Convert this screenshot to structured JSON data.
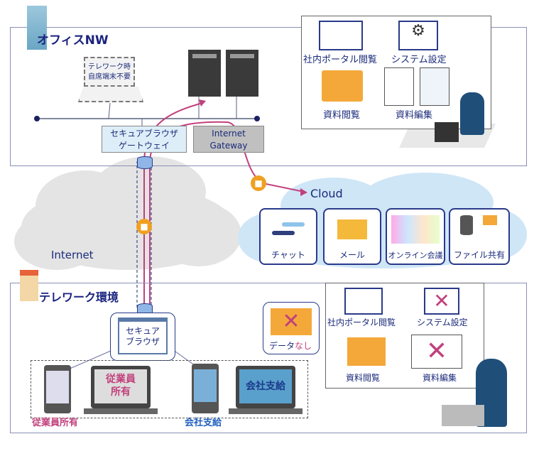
{
  "office": {
    "title": "オフィスNW",
    "laptop_note_line1": "テレワーク時",
    "laptop_note_line2": "自席端末不要",
    "secure_gateway_line1": "セキュアブラウザ",
    "secure_gateway_line2": "ゲートウェイ",
    "internet_gateway_line1": "Internet",
    "internet_gateway_line2": "Gateway",
    "tasks": [
      "社内ポータル閲覧",
      "システム設定",
      "資料閲覧",
      "資料編集"
    ]
  },
  "internet": {
    "label": "Internet"
  },
  "cloud": {
    "label": "Cloud",
    "services": [
      "チャット",
      "メール",
      "オンライン会議",
      "ファイル共有"
    ]
  },
  "telework": {
    "title": "テレワーク環境",
    "secure_browser_line1": "セキュア",
    "secure_browser_line2": "ブラウザ",
    "no_data_prefix": "データ",
    "no_data_suffix": "なし",
    "laptop_employee_line1": "従業員",
    "laptop_employee_line2": "所有",
    "laptop_company": "会社支給",
    "label_employee": "従業員所有",
    "label_company": "会社支給",
    "tasks": [
      "社内ポータル閲覧",
      "システム設定",
      "資料閲覧",
      "資料編集"
    ]
  },
  "colors": {
    "accent_pink": "#c2407c",
    "navy": "#1a2a7a",
    "lock": "#f0a020",
    "cloud_blue": "#cfe6f7",
    "cloud_gray": "#e3e3e3"
  }
}
